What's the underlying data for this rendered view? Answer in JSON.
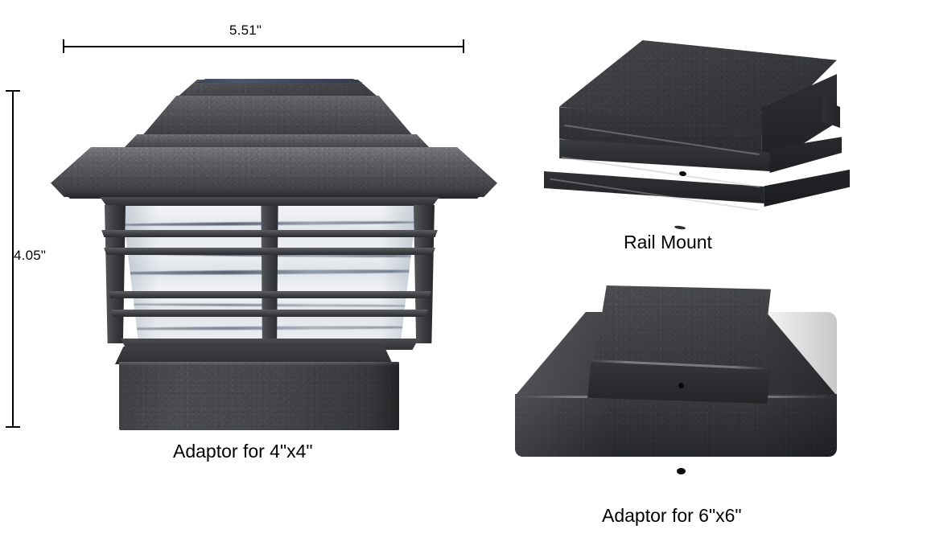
{
  "figure": {
    "title": "Solar post cap light dimensions and mounting adaptors",
    "background_color": "#ffffff",
    "part_color": "#3c3d41",
    "glass_color": "#e8ecef",
    "line_color": "#000000"
  },
  "dimensions": {
    "width": {
      "label": "5.51\"",
      "orientation": "horizontal",
      "unit": "inch",
      "value": 5.51
    },
    "height": {
      "label": "4.05\"",
      "orientation": "vertical",
      "unit": "inch",
      "value": 4.05
    }
  },
  "parts": [
    {
      "id": "post-cap-light",
      "caption": "Adaptor for 4\"x4\"",
      "view": "front elevation",
      "features": [
        "solar panel top",
        "pyramid cap",
        "ripple glass lantern",
        "square base block"
      ]
    },
    {
      "id": "rail-mount",
      "caption": "Rail Mount",
      "view": "three-quarter perspective",
      "features": [
        "stepped flange base",
        "screw hole"
      ]
    },
    {
      "id": "adaptor-6x6",
      "caption": "Adaptor for 6\"x6\"",
      "view": "three-quarter perspective",
      "features": [
        "flared base plate",
        "raised center box",
        "screw holes"
      ]
    }
  ],
  "captions": {
    "lamp": "Adaptor for 4\"x4\"",
    "rail_mount": "Rail Mount",
    "adaptor_6x6": "Adaptor for 6\"x6\""
  }
}
